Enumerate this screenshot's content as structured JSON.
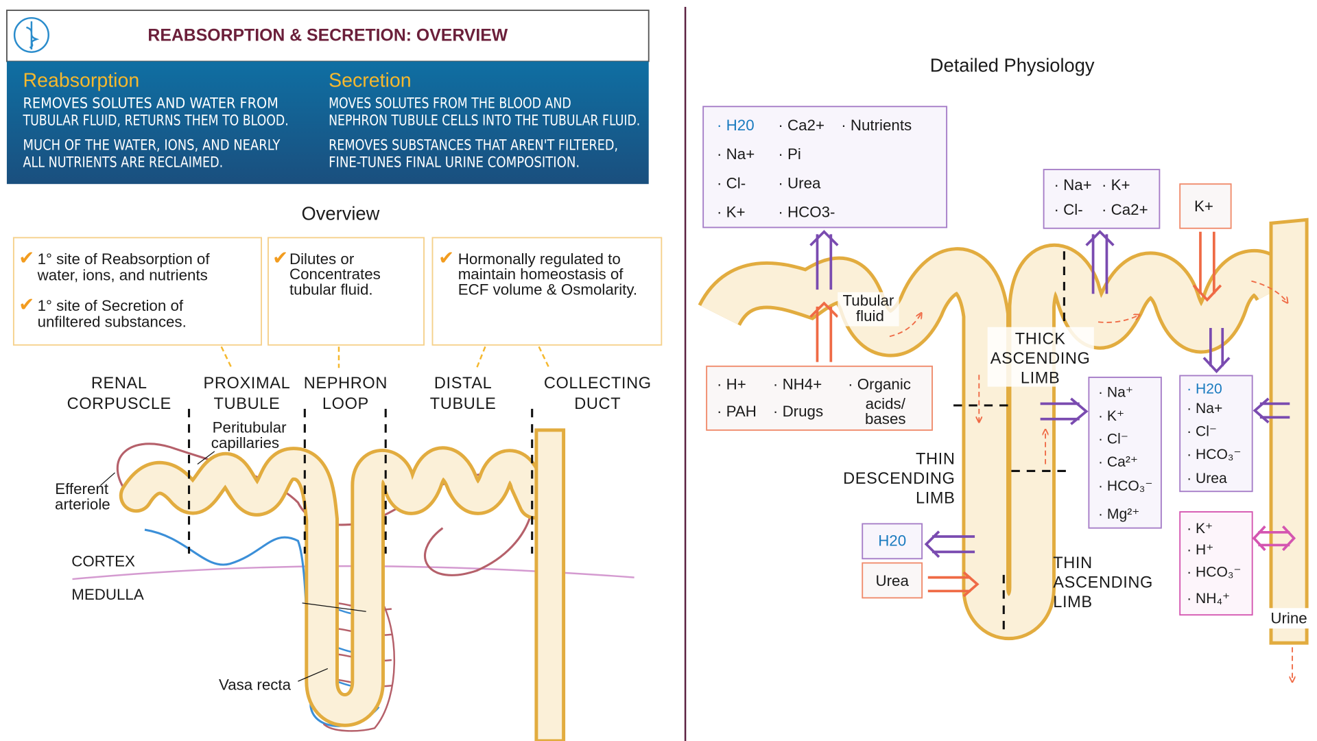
{
  "header": {
    "title": "REABSORPTION & SECRETION: OVERVIEW",
    "logo": "caduceus-icon"
  },
  "reabsorption": {
    "title": "Reabsorption",
    "lines": [
      "REMOVES SOLUTES AND WATER FROM",
      "TUBULAR FLUID, RETURNS THEM TO BLOOD.",
      "MUCH OF THE WATER, IONS, AND NEARLY",
      "ALL NUTRIENTS ARE RECLAIMED."
    ]
  },
  "secretion": {
    "title": "Secretion",
    "lines": [
      "MOVES SOLUTES FROM THE BLOOD AND",
      "NEPHRON TUBULE CELLS INTO THE TUBULAR FLUID.",
      "REMOVES SUBSTANCES THAT AREN'T FILTERED,",
      "FINE-TUNES FINAL URINE COMPOSITION."
    ]
  },
  "overview": {
    "title": "Overview",
    "boxes": [
      {
        "items": [
          [
            "1° site of Reabsorption of",
            "water, ions, and nutrients"
          ],
          [
            "1° site of Secretion of",
            "unfiltered substances."
          ]
        ]
      },
      {
        "items": [
          [
            "Dilutes or",
            "Concentrates",
            "tubular fluid."
          ]
        ]
      },
      {
        "items": [
          [
            "Hormonally regulated to",
            "maintain homeostasis of",
            "ECF volume & Osmolarity."
          ]
        ]
      }
    ],
    "regions": [
      [
        "RENAL",
        "CORPUSCLE"
      ],
      [
        "PROXIMAL",
        "TUBULE"
      ],
      [
        "NEPHRON",
        "LOOP"
      ],
      [
        "DISTAL",
        "TUBULE"
      ],
      [
        "COLLECTING",
        "DUCT"
      ]
    ],
    "labels": {
      "peritubular": [
        "Peritubular",
        "capillaries"
      ],
      "efferent": [
        "Efferent",
        "arteriole"
      ],
      "cortex": "CORTEX",
      "medulla": "MEDULLA",
      "vasa_recta": "Vasa recta"
    }
  },
  "detail": {
    "title": "Detailed Physiology",
    "pct_reabsorb": [
      "H20",
      "Ca2+",
      "Nutrients",
      "Na+",
      "Pi",
      "Cl-",
      "Urea",
      "K+",
      "HCO3-"
    ],
    "pct_secrete": [
      "H+",
      "NH4+",
      "PAH",
      "Drugs"
    ],
    "pct_secrete_organic": [
      "Organic",
      "acids/",
      "bases"
    ],
    "tubular_fluid": [
      "Tubular",
      "fluid"
    ],
    "thick_ascending": [
      "THICK",
      "ASCENDING",
      "LIMB"
    ],
    "thin_descending": [
      "THIN",
      "DESCENDING",
      "LIMB"
    ],
    "thin_ascending": [
      "THIN",
      "ASCENDING",
      "LIMB"
    ],
    "loop_water": "H20",
    "loop_urea": "Urea",
    "tal_reabsorb": [
      "Na⁺",
      "K⁺",
      "Cl⁻",
      "Ca²⁺",
      "HCO₃⁻",
      "Mg²⁺"
    ],
    "dct_reabsorb": [
      "Na+",
      "K+",
      "Cl-",
      "Ca2+"
    ],
    "dct_secrete": "K+",
    "cd_reabsorb": [
      "H20",
      "Na+",
      "Cl⁻",
      "HCO₃⁻",
      "Urea"
    ],
    "cd_secrete": [
      "K⁺",
      "H⁺",
      "HCO₃⁻",
      "NH₄⁺"
    ],
    "urine": "Urine"
  },
  "colors": {
    "title": "#6b1f3a",
    "panel": "#17628f",
    "accent": "#f5b82e",
    "purple": "#7a4bb0",
    "orange": "#ef6a45",
    "pink": "#d455b0",
    "tubule": "#e2ac3f"
  }
}
